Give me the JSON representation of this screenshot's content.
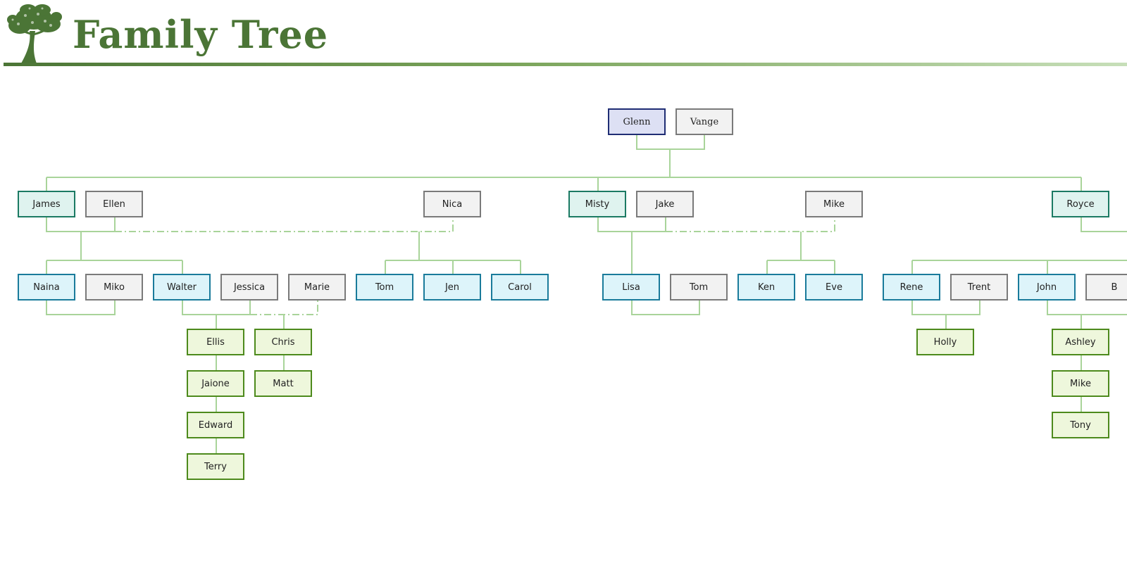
{
  "header": {
    "title": "Family Tree",
    "logo_icon": "tree-logo-icon",
    "accent_color": "#4b7536"
  },
  "tree": {
    "people": [
      {
        "id": "glenn",
        "name": "Glenn",
        "role": "root"
      },
      {
        "id": "vange",
        "name": "Vange",
        "role": "root-spouse"
      },
      {
        "id": "james",
        "name": "James",
        "role": "child"
      },
      {
        "id": "ellen",
        "name": "Ellen",
        "role": "spouse"
      },
      {
        "id": "nica",
        "name": "Nica",
        "role": "spouse"
      },
      {
        "id": "misty",
        "name": "Misty",
        "role": "child"
      },
      {
        "id": "jake",
        "name": "Jake",
        "role": "spouse"
      },
      {
        "id": "mike1",
        "name": "Mike",
        "role": "spouse"
      },
      {
        "id": "royce",
        "name": "Royce",
        "role": "child"
      },
      {
        "id": "naina",
        "name": "Naina",
        "role": "grandchild"
      },
      {
        "id": "miko",
        "name": "Miko",
        "role": "spouse"
      },
      {
        "id": "walter",
        "name": "Walter",
        "role": "grandchild"
      },
      {
        "id": "jessica",
        "name": "Jessica",
        "role": "spouse"
      },
      {
        "id": "marie",
        "name": "Marie",
        "role": "spouse"
      },
      {
        "id": "tom1",
        "name": "Tom",
        "role": "grandchild"
      },
      {
        "id": "jen",
        "name": "Jen",
        "role": "grandchild"
      },
      {
        "id": "carol",
        "name": "Carol",
        "role": "grandchild"
      },
      {
        "id": "lisa",
        "name": "Lisa",
        "role": "grandchild"
      },
      {
        "id": "tom2",
        "name": "Tom",
        "role": "spouse"
      },
      {
        "id": "ken",
        "name": "Ken",
        "role": "grandchild"
      },
      {
        "id": "eve",
        "name": "Eve",
        "role": "grandchild"
      },
      {
        "id": "rene",
        "name": "Rene",
        "role": "grandchild"
      },
      {
        "id": "trent",
        "name": "Trent",
        "role": "spouse"
      },
      {
        "id": "john",
        "name": "John",
        "role": "grandchild"
      },
      {
        "id": "b",
        "name": "B",
        "role": "spouse"
      },
      {
        "id": "ellis",
        "name": "Ellis",
        "role": "great-grandchild"
      },
      {
        "id": "jaione",
        "name": "Jaione",
        "role": "great-grandchild"
      },
      {
        "id": "edward",
        "name": "Edward",
        "role": "great-grandchild"
      },
      {
        "id": "terry",
        "name": "Terry",
        "role": "great-grandchild"
      },
      {
        "id": "chris",
        "name": "Chris",
        "role": "great-grandchild"
      },
      {
        "id": "matt",
        "name": "Matt",
        "role": "great-grandchild"
      },
      {
        "id": "holly",
        "name": "Holly",
        "role": "great-grandchild"
      },
      {
        "id": "ashley",
        "name": "Ashley",
        "role": "great-grandchild"
      },
      {
        "id": "mike2",
        "name": "Mike",
        "role": "great-grandchild"
      },
      {
        "id": "tony",
        "name": "Tony",
        "role": "great-grandchild"
      }
    ],
    "colors": {
      "line": "#a9d49a",
      "root_fill": "#dde0f4",
      "root_border": "#1f2d74",
      "child_fill": "#dff3ef",
      "child_border": "#1b7a63",
      "spouse_fill": "#f2f2f2",
      "spouse_border": "#7a7a7a",
      "grandchild_fill": "#ddf4fa",
      "grandchild_border": "#1a7b9b",
      "great_fill": "#eef7dc",
      "great_border": "#4d8a1c"
    }
  }
}
